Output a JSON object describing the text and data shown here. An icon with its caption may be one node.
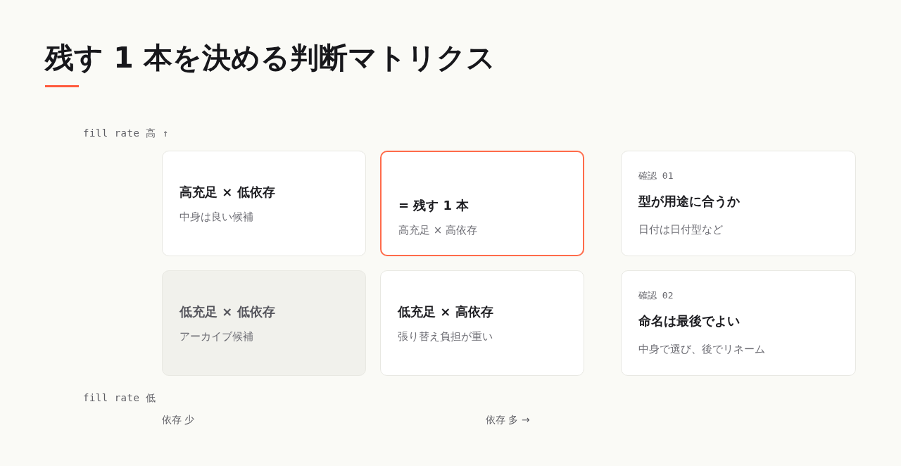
{
  "diagram": {
    "title": "残す 1 本を決める判断マトリクス",
    "nodes": [
      {
        "text": [
          "高充足 × 低依存",
          "中身は良い候補"
        ]
      },
      {
        "text": [
          "= 残す 1 本",
          "高充足 × 高依存"
        ]
      },
      {
        "text": [
          "確認 01",
          "型が用途に合うか",
          "日付は日付型など"
        ]
      },
      {
        "text": [
          "低充足 × 低依存",
          "アーカイブ候補"
        ]
      },
      {
        "text": [
          "低充足 × 高依存",
          "張り替え負担が重い"
        ]
      },
      {
        "text": [
          "確認 02",
          "命名は最後でよい",
          "中身で選び、後でリネーム"
        ]
      }
    ],
    "labels": [
      "fill rate 高 ↑",
      "fill rate 低",
      "依存 少",
      "依存 多 →"
    ]
  }
}
